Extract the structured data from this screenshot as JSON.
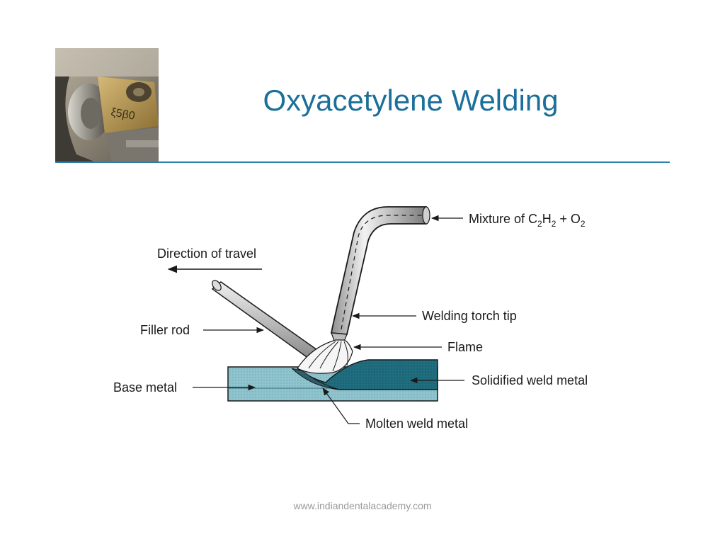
{
  "slide": {
    "title": "Oxyacetylene Welding",
    "footer": "www.indiandentalacademy.com"
  },
  "diagram": {
    "labels": {
      "direction": "Direction of travel",
      "filler_rod": "Filler rod",
      "base_metal": "Base metal",
      "mixture_prefix": "Mixture of C",
      "mixture_sub1": "2",
      "mixture_mid1": "H",
      "mixture_sub2": "2",
      "mixture_mid2": " + O",
      "mixture_sub3": "2",
      "torch_tip": "Welding torch tip",
      "flame": "Flame",
      "solidified": "Solidified weld metal",
      "molten": "Molten weld metal"
    }
  },
  "colors": {
    "title": "#1b6f9a",
    "rule": "#2a7fab",
    "base_metal": "#8fc4cf",
    "solidified": "#1f6d7e"
  }
}
